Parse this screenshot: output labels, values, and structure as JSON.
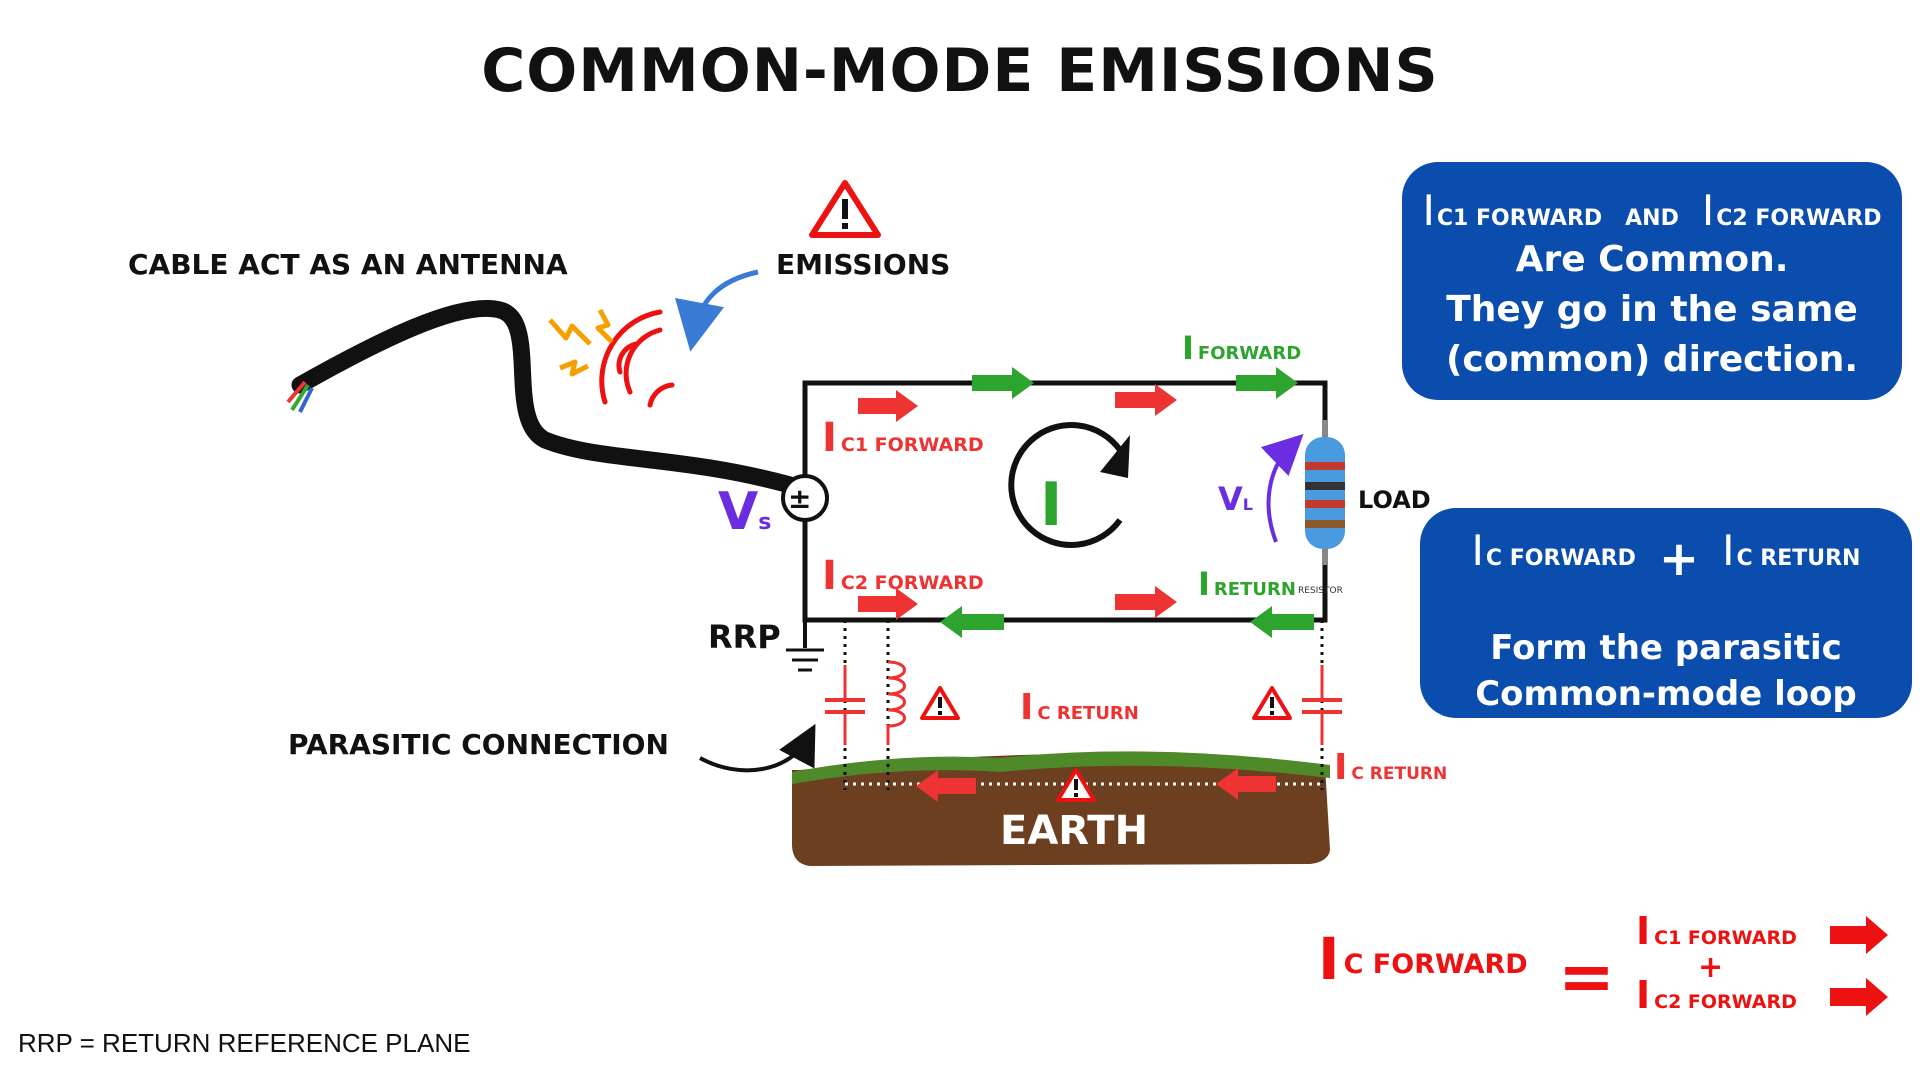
{
  "title": "COMMON-MODE EMISSIONS",
  "labels": {
    "cable_antenna": "CABLE ACT AS AN ANTENNA",
    "emissions": "EMISSIONS",
    "vs_main": "V",
    "vs_sub": "s",
    "source_symbol": "±",
    "vl_main": "V",
    "vl_sub": "L",
    "load": "LOAD",
    "resistor": "RESISTOR",
    "rrp": "RRP",
    "parasitic_connection": "PARASITIC CONNECTION",
    "earth": "EARTH",
    "loop_current": "I"
  },
  "currents": {
    "i": "I",
    "c1_forward": "C1 FORWARD",
    "c2_forward": "C2 FORWARD",
    "forward": "FORWARD",
    "return": "RETURN",
    "c_return": "C RETURN",
    "c_forward": "C FORWARD"
  },
  "info_box_1": {
    "header_and": "AND",
    "line1": "Are Common.",
    "line2": "They go in the same",
    "line3": "(common) direction."
  },
  "info_box_2": {
    "plus": "+",
    "line1": "Form the parasitic",
    "line2": "Common-mode loop"
  },
  "equation": {
    "equals": "=",
    "plus": "+"
  },
  "footnote": "RRP = RETURN REFERENCE PLANE",
  "colors": {
    "red": "#ee3333",
    "green": "#2da42d",
    "blue_box": "#0a4dad",
    "purple": "#6a2ee0",
    "earth": "#6b3f1f",
    "grass": "#4f8a2a"
  }
}
